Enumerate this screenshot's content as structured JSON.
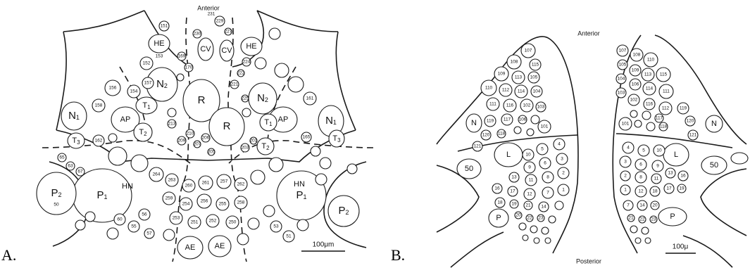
{
  "panel_labels": {
    "a": "A.",
    "b": "B."
  },
  "panel_a": {
    "orientation_top": "Anterior",
    "scale_bar": "100μm",
    "large_labels": [
      "R",
      "R",
      "P1",
      "P2",
      "P1",
      "P2",
      "AE",
      "AE",
      "AP",
      "AP",
      "N1",
      "N1",
      "N2",
      "N2",
      "T1",
      "T1",
      "T2",
      "T2",
      "T3",
      "T3",
      "HE",
      "HE",
      "CV",
      "CV",
      "HN",
      "HN"
    ],
    "numbers": [
      "151",
      "152",
      "153",
      "154",
      "156",
      "157",
      "158",
      "161",
      "162",
      "165",
      "169",
      "170",
      "221",
      "222",
      "224",
      "225",
      "227",
      "229",
      "230",
      "231",
      "201",
      "203",
      "205",
      "206",
      "207",
      "209",
      "210",
      "213",
      "250",
      "251",
      "252",
      "253",
      "254",
      "255",
      "256",
      "257",
      "258",
      "259",
      "260",
      "261",
      "262",
      "263",
      "264",
      "50",
      "51",
      "53",
      "55",
      "56",
      "57",
      "60",
      "63",
      "65",
      "67"
    ]
  },
  "panel_b": {
    "orientation_top": "Anterior",
    "orientation_bottom": "Posterior",
    "scale_bar": "100μ",
    "large_labels": [
      "L",
      "L",
      "P",
      "P",
      "N",
      "N",
      "50",
      "50"
    ],
    "numbers_left": [
      "107",
      "108",
      "109",
      "110",
      "111",
      "112",
      "113",
      "114",
      "115",
      "116",
      "117",
      "118",
      "119",
      "120",
      "121",
      "101",
      "102",
      "103",
      "104",
      "105",
      "106",
      "1",
      "2",
      "3",
      "4",
      "5",
      "6",
      "7",
      "8",
      "9",
      "10",
      "11",
      "12",
      "13",
      "14",
      "16",
      "17",
      "18",
      "19",
      "20",
      "21",
      "22",
      "23"
    ],
    "numbers_right": [
      "107",
      "108",
      "109",
      "110",
      "111",
      "112",
      "113",
      "114",
      "115",
      "116",
      "117",
      "118",
      "119",
      "120",
      "121",
      "101",
      "102",
      "103",
      "104",
      "105",
      "106",
      "1",
      "2",
      "3",
      "4",
      "5",
      "6",
      "7",
      "8",
      "9",
      "10",
      "11",
      "12",
      "13",
      "14",
      "16",
      "17",
      "18",
      "19",
      "20",
      "21",
      "22",
      "23"
    ]
  }
}
